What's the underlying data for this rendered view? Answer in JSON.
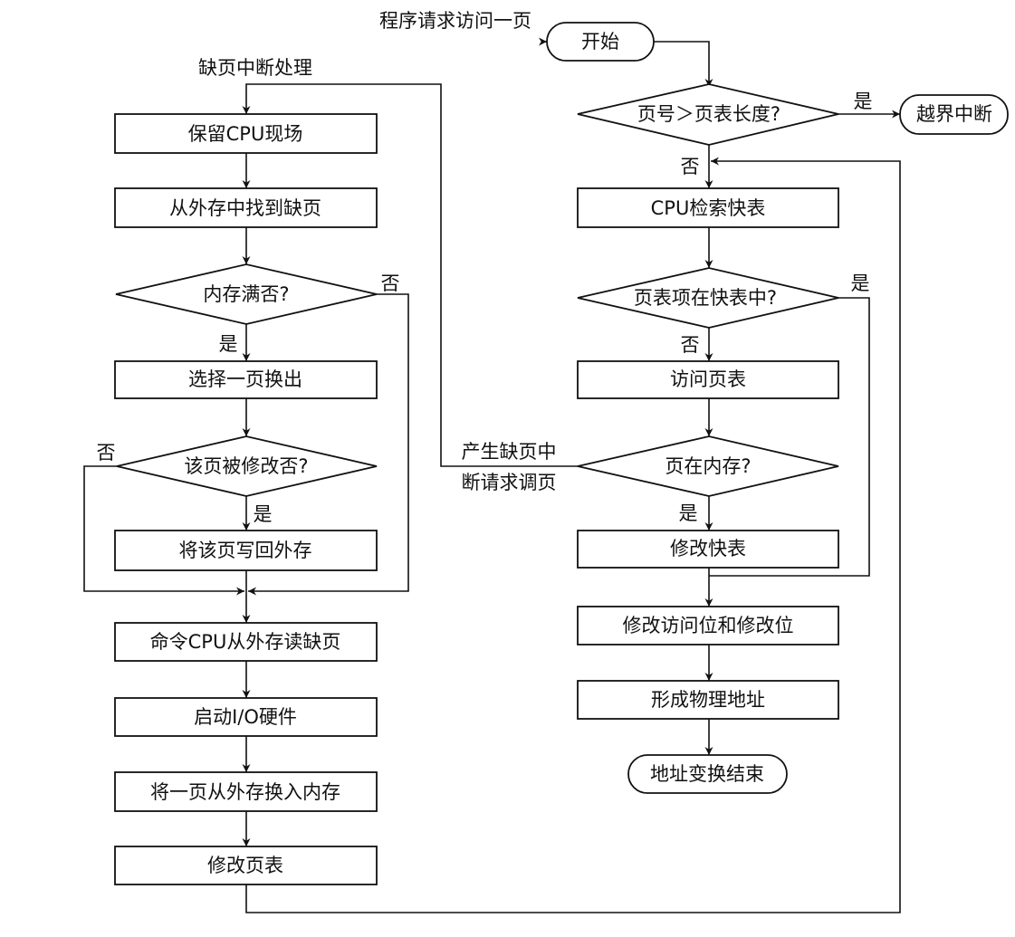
{
  "nodes": {
    "start": "开始",
    "check_len": "页号＞页表长度?",
    "overflow": "越界中断",
    "cpu_tlb": "CPU检索快表",
    "in_tlb": "页表项在快表中?",
    "visit_pt": "访问页表",
    "in_mem": "页在内存?",
    "update_tlb": "修改快表",
    "update_bits": "修改访问位和修改位",
    "phys_addr": "形成物理地址",
    "end": "地址变换结束",
    "save_cpu": "保留CPU现场",
    "find_page": "从外存中找到缺页",
    "mem_full": "内存满否?",
    "choose_page": "选择一页换出",
    "modified": "该页被修改否?",
    "write_back": "将该页写回外存",
    "cmd_read": "命令CPU从外存读缺页",
    "start_io": "启动I/O硬件",
    "swap_in": "将一页从外存换入内存",
    "update_pt": "修改页表"
  },
  "labels": {
    "request": "程序请求访问一页",
    "fault_handler": "缺页中断处理",
    "fault_line1": "产生缺页中",
    "fault_line2": "断请求调页",
    "yes": "是",
    "no": "否"
  }
}
